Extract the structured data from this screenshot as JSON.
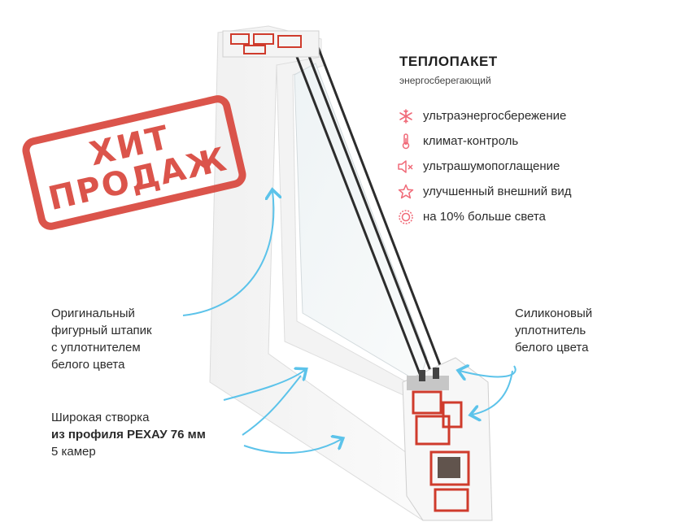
{
  "stamp": {
    "line1": "ХИТ",
    "line2": "ПРОДАЖ",
    "color": "#d8463c"
  },
  "heading": {
    "title": "ТЕПЛОПАКЕТ",
    "subtitle": "энергосберегающий"
  },
  "features": [
    {
      "icon": "snowflake-icon",
      "label": "ультраэнергосбережение"
    },
    {
      "icon": "thermometer-icon",
      "label": "климат-контроль"
    },
    {
      "icon": "speaker-mute-icon",
      "label": "ультрашумопоглащение"
    },
    {
      "icon": "star-icon",
      "label": "улучшенный внешний вид"
    },
    {
      "icon": "sun-icon",
      "label": "на 10% больше света"
    }
  ],
  "callouts": {
    "bead": {
      "line1": "Оригинальный",
      "line2": "фигурный штапик",
      "line3": "с уплотнителем",
      "line4": "белого цвета"
    },
    "sash": {
      "line1": "Широкая створка",
      "line2": "из профиля РЕХАУ 76 мм",
      "line3": "5 камер"
    },
    "seal": {
      "line1": "Силиконовый",
      "line2": "уплотнитель",
      "line3": "белого цвета"
    }
  },
  "colors": {
    "accent": "#f06a78",
    "arrow": "#5cc3ea",
    "stamp": "#d8463c",
    "profile_red": "#cf3b2c"
  }
}
